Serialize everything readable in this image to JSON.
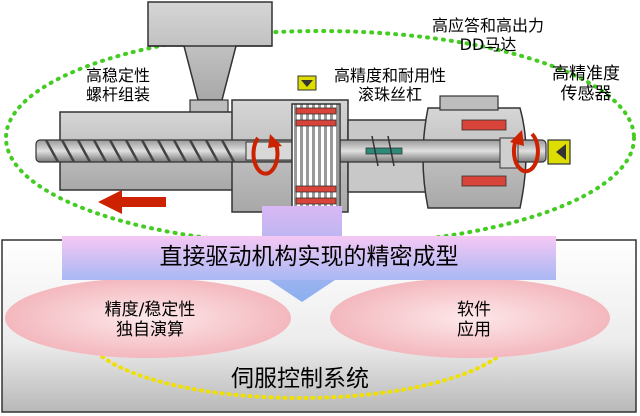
{
  "labels": {
    "screw_assembly": [
      "高稳定性",
      "螺杆组装"
    ],
    "ball_screw": [
      "高精度和耐用性",
      "滚珠丝杠"
    ],
    "dd_motor": [
      "高应答和高出力",
      "DD马达"
    ],
    "sensor": [
      "高精准度",
      "传感器"
    ],
    "banner": "直接驱动机构实现的精密成型",
    "accuracy": [
      "精度/稳定性",
      "独自演算"
    ],
    "software": [
      "软件",
      "应用"
    ],
    "servo": "伺服控制系统"
  },
  "colors": {
    "machine_gray": "#b3b3b3",
    "machine_dark": "#8c8c8c",
    "bubble_dots": "#44cc22",
    "arrow_red": "#cc2200",
    "banner_pink": "#f0b0ee",
    "banner_blue": "#9ab4f0",
    "ellipse_pink": "#f7c8cc",
    "yellow_dots": "#f0e000",
    "sensor_yellow": "#dddd00"
  }
}
